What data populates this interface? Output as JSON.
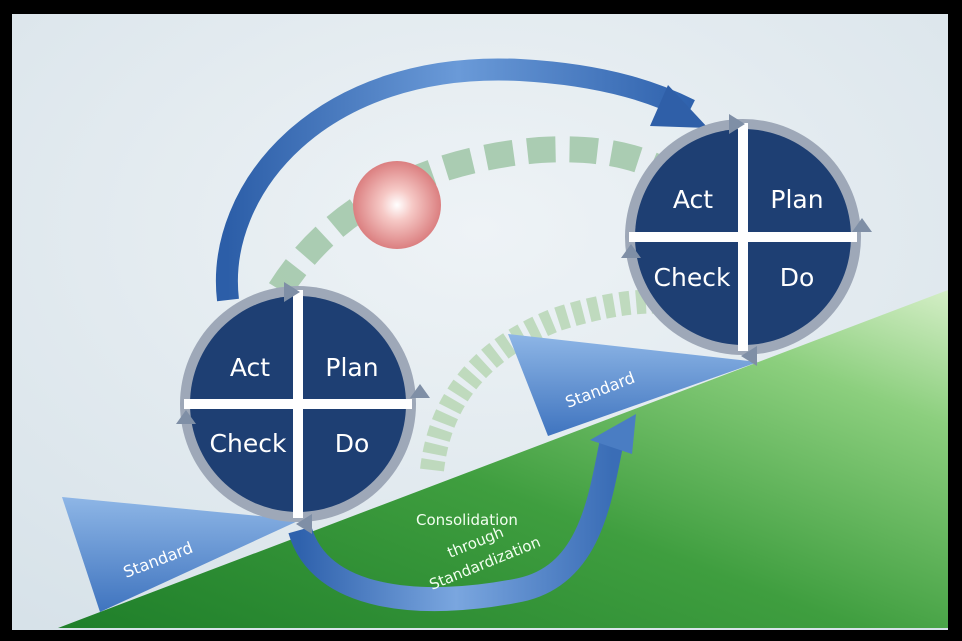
{
  "colors": {
    "frame": "#000000",
    "background": "#dfe8ee",
    "slope_dark": "#2a8a2e",
    "slope_light": "#c9e7bd",
    "cycle_fill": "#1e3f73",
    "cycle_ring": "#9ea8b8",
    "arrow_blue": "#3b6fb6",
    "wedge_blue": "#6d9bd6",
    "dash_green": "#9fc6a6",
    "ball_red": "#e58d8c"
  },
  "cycles": [
    {
      "quadrants": {
        "act": "Act",
        "plan": "Plan",
        "check": "Check",
        "do": "Do"
      }
    },
    {
      "quadrants": {
        "act": "Act",
        "plan": "Plan",
        "check": "Check",
        "do": "Do"
      }
    }
  ],
  "standards": [
    {
      "label": "Standard"
    },
    {
      "label": "Standard"
    }
  ],
  "consolidation": {
    "lines": [
      "Consolidation",
      "through",
      "Standardization"
    ]
  },
  "icons": {
    "arrows": "curved-arrow-icon",
    "ball": "ball-icon"
  }
}
